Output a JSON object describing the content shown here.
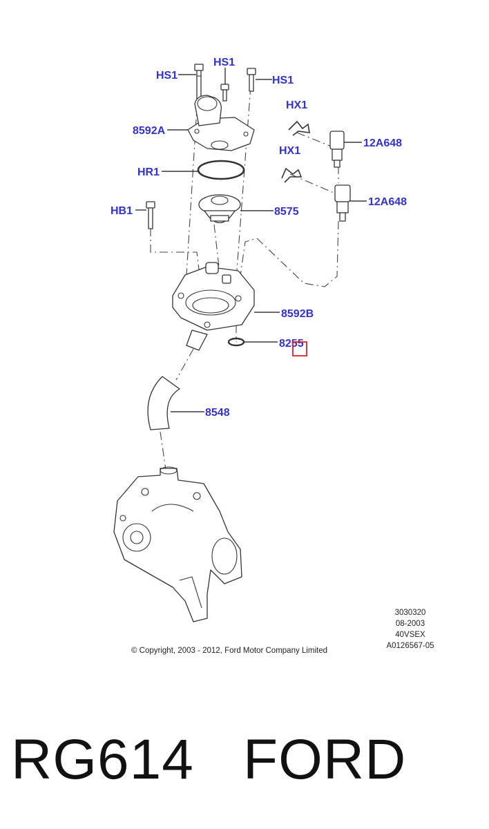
{
  "callouts": {
    "hs1_left": "HS1",
    "hs1_top": "HS1",
    "hs1_right": "HS1",
    "hx1_top": "HX1",
    "hx1_lower": "HX1",
    "housing_upper": "8592A",
    "sensor_upper": "12A648",
    "sensor_lower": "12A648",
    "oring": "HR1",
    "bolt_hb1": "HB1",
    "thermostat": "8575",
    "housing_lower": "8592B",
    "seal": "8255",
    "hose": "8548"
  },
  "meta": {
    "line1": "3030320",
    "line2": "08-2003",
    "line3": "40VSEX",
    "line4": "A0126567-05",
    "copyright": "© Copyright, 2003 - 2012, Ford Motor Company Limited"
  },
  "bottom": {
    "part_number": "RG614",
    "brand": "FORD"
  },
  "colors": {
    "callout": "#3232c8",
    "highlight_box": "#e02020"
  }
}
